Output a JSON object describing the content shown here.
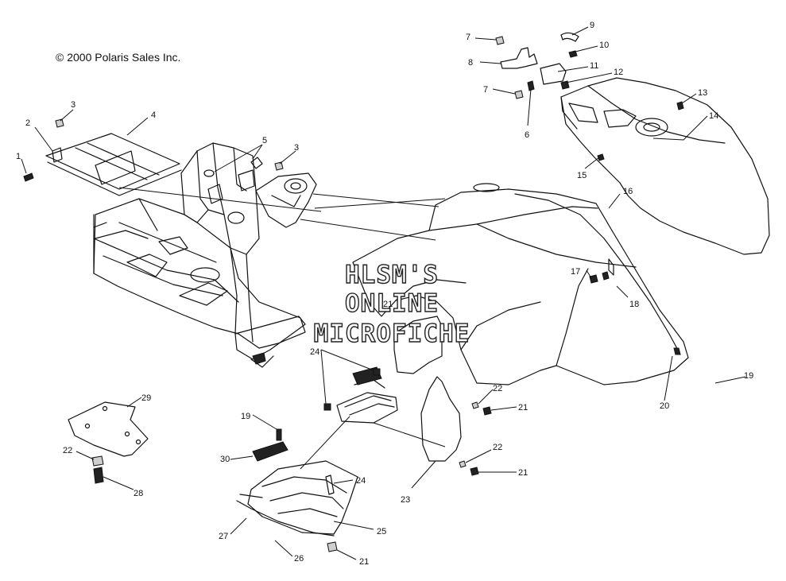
{
  "copyright": "© 2000 Polaris Sales Inc.",
  "watermark": [
    "HLSM'S",
    "ONLINE",
    "MICROFICHE"
  ],
  "callouts": [
    {
      "id": "c1",
      "label": "1"
    },
    {
      "id": "c2",
      "label": "2"
    },
    {
      "id": "c3a",
      "label": "3"
    },
    {
      "id": "c4",
      "label": "4"
    },
    {
      "id": "c5",
      "label": "5"
    },
    {
      "id": "c3b",
      "label": "3"
    },
    {
      "id": "c7a",
      "label": "7"
    },
    {
      "id": "c8",
      "label": "8"
    },
    {
      "id": "c9",
      "label": "9"
    },
    {
      "id": "c10",
      "label": "10"
    },
    {
      "id": "c11",
      "label": "11"
    },
    {
      "id": "c12",
      "label": "12"
    },
    {
      "id": "c7b",
      "label": "7"
    },
    {
      "id": "c6",
      "label": "6"
    },
    {
      "id": "c13",
      "label": "13"
    },
    {
      "id": "c14",
      "label": "14"
    },
    {
      "id": "c15",
      "label": "15"
    },
    {
      "id": "c16",
      "label": "16"
    },
    {
      "id": "c17",
      "label": "17"
    },
    {
      "id": "c18",
      "label": "18"
    },
    {
      "id": "c21a",
      "label": "21"
    },
    {
      "id": "c19a",
      "label": "19"
    },
    {
      "id": "c20",
      "label": "20"
    },
    {
      "id": "c24a",
      "label": "24"
    },
    {
      "id": "c22a",
      "label": "22"
    },
    {
      "id": "c21b",
      "label": "21"
    },
    {
      "id": "c29",
      "label": "29"
    },
    {
      "id": "c19b",
      "label": "19"
    },
    {
      "id": "c22b",
      "label": "22"
    },
    {
      "id": "c30",
      "label": "30"
    },
    {
      "id": "c22c",
      "label": "22"
    },
    {
      "id": "c21c",
      "label": "21"
    },
    {
      "id": "c28",
      "label": "28"
    },
    {
      "id": "c24b",
      "label": "24"
    },
    {
      "id": "c23",
      "label": "23"
    },
    {
      "id": "c25",
      "label": "25"
    },
    {
      "id": "c27",
      "label": "27"
    },
    {
      "id": "c26",
      "label": "26"
    },
    {
      "id": "c21d",
      "label": "21"
    }
  ]
}
